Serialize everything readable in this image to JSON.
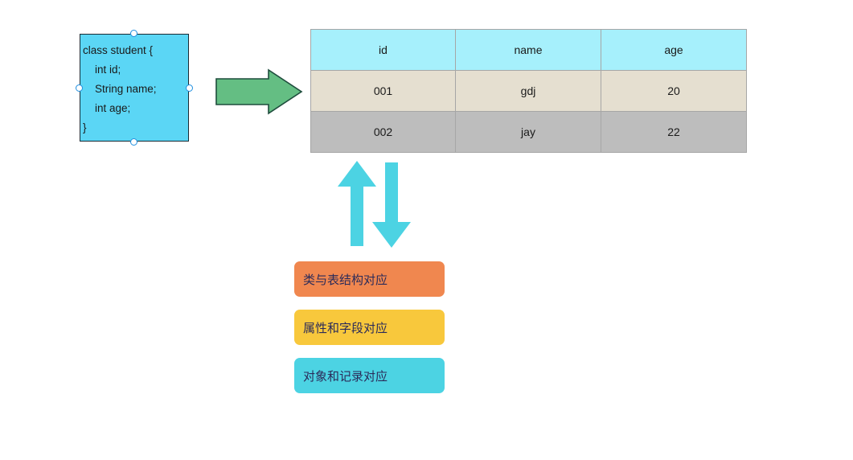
{
  "class_box": {
    "code": "class student {\n    int id;\n    String name;\n    int age;\n}",
    "fill_color": "#5BD6F5",
    "border_color": "#1a2a33",
    "selected": true,
    "handles": [
      "top",
      "bottom",
      "left",
      "right"
    ]
  },
  "transform_arrow": {
    "direction": "right",
    "fill_color": "#64BE83",
    "stroke_color": "#1f4d3d"
  },
  "table": {
    "headers": [
      "id",
      "name",
      "age"
    ],
    "header_fill": "#A6F0FC",
    "border_color": "#a6a6a6",
    "rows": [
      {
        "fill": "#E5DFD0",
        "cells": [
          "001",
          "gdj",
          "20"
        ]
      },
      {
        "fill": "#BDBDBD",
        "cells": [
          "002",
          "jay",
          "22"
        ]
      }
    ]
  },
  "sync_arrows": {
    "up_arrow": "up",
    "down_arrow": "down",
    "fill_color": "#4CD3E3"
  },
  "mappings": [
    {
      "label": "类与表结构对应",
      "color": "#F0874F"
    },
    {
      "label": "属性和字段对应",
      "color": "#F8C83C"
    },
    {
      "label": "对象和记录对应",
      "color": "#4CD3E3"
    }
  ]
}
